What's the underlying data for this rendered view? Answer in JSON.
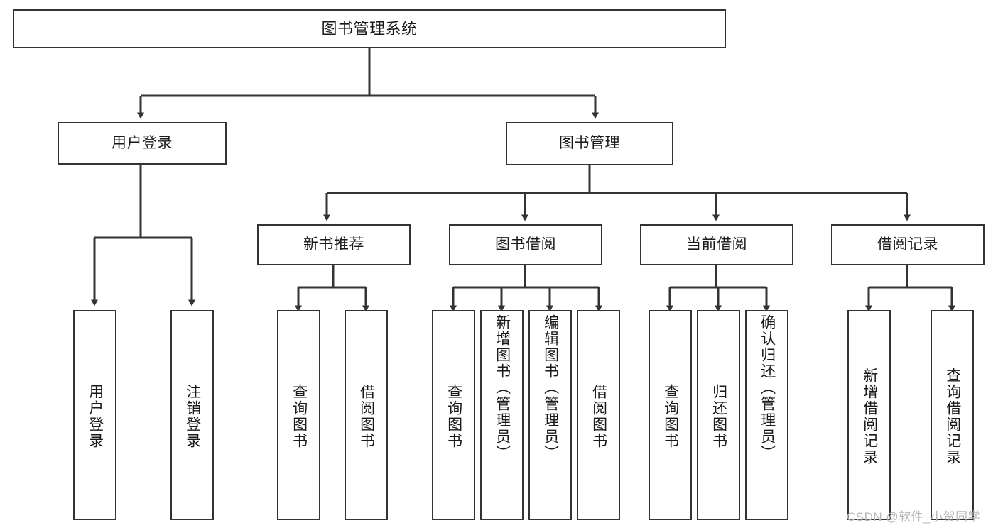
{
  "diagram": {
    "title": "图书管理系统",
    "type": "tree",
    "orientation": "top-down",
    "colors": {
      "background": "#ffffff",
      "box_border": "#333333",
      "box_fill": "#ffffff",
      "connector": "#333333",
      "text": "#1a1a1a",
      "watermark": "#b8b8b8"
    },
    "watermark": "CSDN @软件_小贺同学"
  },
  "nodes": {
    "root": {
      "label": "图书管理系统",
      "level": 0
    },
    "level1": [
      {
        "id": "user-login",
        "label": "用户登录"
      },
      {
        "id": "book-manage",
        "label": "图书管理"
      }
    ],
    "level2": [
      {
        "id": "new-book-recommend",
        "label": "新书推荐",
        "parent": "book-manage"
      },
      {
        "id": "book-borrow",
        "label": "图书借阅",
        "parent": "book-manage"
      },
      {
        "id": "current-borrow",
        "label": "当前借阅",
        "parent": "book-manage"
      },
      {
        "id": "borrow-record",
        "label": "借阅记录",
        "parent": "book-manage"
      }
    ],
    "leaves": [
      {
        "id": "leaf-user-login",
        "label": "用户登录",
        "parent": "user-login"
      },
      {
        "id": "leaf-logout",
        "label": "注销登录",
        "parent": "user-login"
      },
      {
        "id": "leaf-query-book-1",
        "label": "查询图书",
        "parent": "new-book-recommend"
      },
      {
        "id": "leaf-borrow-book-1",
        "label": "借阅图书",
        "parent": "new-book-recommend"
      },
      {
        "id": "leaf-query-book-2",
        "label": "查询图书",
        "parent": "book-borrow"
      },
      {
        "id": "leaf-add-book",
        "label": "新增图书（管理员）",
        "parent": "book-borrow"
      },
      {
        "id": "leaf-edit-book",
        "label": "编辑图书（管理员）",
        "parent": "book-borrow"
      },
      {
        "id": "leaf-borrow-book-2",
        "label": "借阅图书",
        "parent": "book-borrow"
      },
      {
        "id": "leaf-query-book-3",
        "label": "查询图书",
        "parent": "current-borrow"
      },
      {
        "id": "leaf-return-book",
        "label": "归还图书",
        "parent": "current-borrow"
      },
      {
        "id": "leaf-confirm-return",
        "label": "确认归还（管理员）",
        "parent": "current-borrow"
      },
      {
        "id": "leaf-add-record",
        "label": "新增借阅记录",
        "parent": "borrow-record"
      },
      {
        "id": "leaf-query-record",
        "label": "查询借阅记录",
        "parent": "borrow-record"
      }
    ]
  }
}
